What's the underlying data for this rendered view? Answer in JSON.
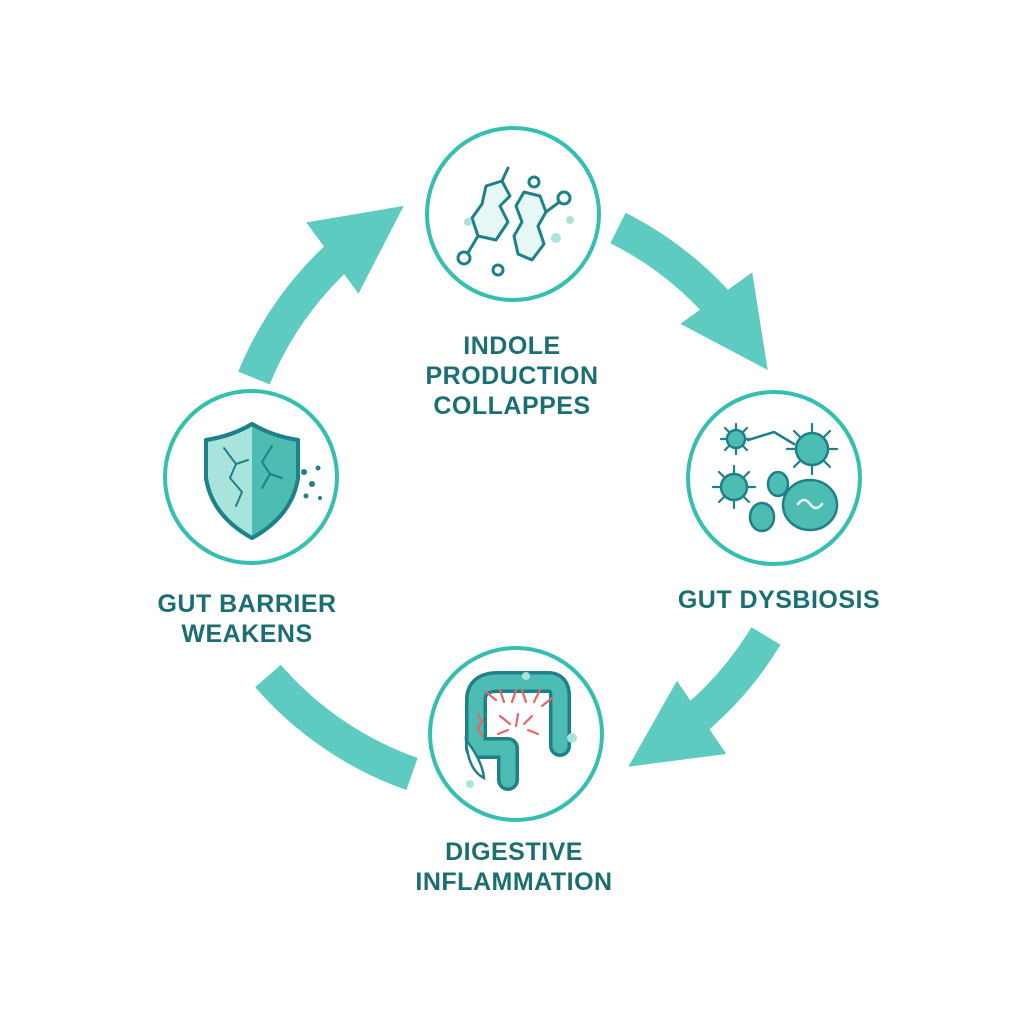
{
  "diagram": {
    "type": "cycle",
    "direction": "clockwise",
    "colors": {
      "arrow": "#5ecbc1",
      "ring": "#34bfb1",
      "icon_stroke": "#1e8088",
      "icon_fill": "#4dbdb3",
      "icon_fill_light": "#a8e3dc",
      "label": "#1b6f73",
      "inflammation_accent": "#e5656b"
    },
    "stages": [
      {
        "id": "indole",
        "icon": "molecule-fragments-icon",
        "label": "INDOLE\nPRODUCTION\nCOLLAPPES"
      },
      {
        "id": "dysbiosis",
        "icon": "bacteria-icon",
        "label": "GUT DYSBIOSIS"
      },
      {
        "id": "inflammation",
        "icon": "inflamed-colon-icon",
        "label": "DIGESTIVE\nINFLAMMATION"
      },
      {
        "id": "barrier",
        "icon": "cracked-shield-icon",
        "label": "GUT BARRIER\nWEAKENS"
      }
    ]
  }
}
